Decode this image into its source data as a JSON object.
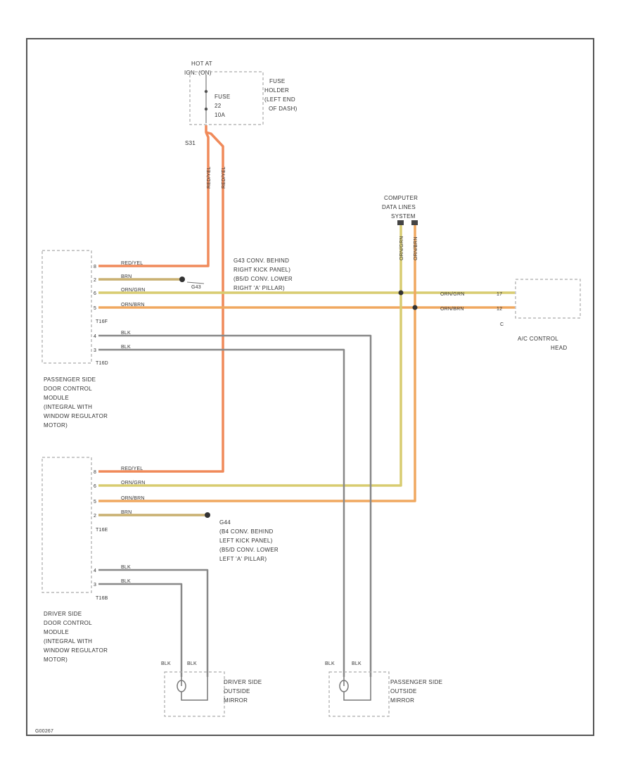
{
  "colors": {
    "red_yel": "#f08a5a",
    "brown": "#c9b070",
    "orn_grn": "#d8cc70",
    "orn_brn": "#f0a860",
    "blk": "#888888",
    "border": "#555555",
    "component": "#999999"
  },
  "fuse_block": {
    "hot_line1": "HOT AT",
    "hot_line2": "IGN. ",
    "hot_line2_b": "(ON)",
    "fuse_line1": "FUSE",
    "fuse_line2": "22",
    "fuse_line3": "10A",
    "holder_line1": "FUSE",
    "holder_line2": "HOLDER",
    "holder_line3": "(LEFT END",
    "holder_line4": "OF DASH)",
    "splice": "S31"
  },
  "vertical_wires": {
    "red_yel_left": "RED/YEL",
    "red_yel_right": "RED/YEL",
    "orn_grn": "ORN/GRN",
    "orn_brn": "ORN/BRN"
  },
  "computer": {
    "line1": "COMPUTER",
    "line2": "DATA LINES",
    "line3": "SYSTEM"
  },
  "ac_head": {
    "line1": "A/C CONTROL",
    "line2": "HEAD",
    "pin_a": "17",
    "pin_b": "12",
    "pin_c": "C"
  },
  "passenger_module": {
    "connector_a": "T16F",
    "connector_b": "T16D",
    "wires": [
      "RED/YEL",
      "BRN",
      "ORN/GRN",
      "ORN/BRN",
      "BLK",
      "BLK"
    ],
    "pins": [
      "8",
      "2",
      "6",
      "5",
      "4",
      "3"
    ],
    "ground_id": "G43",
    "ground_line1": "G43 CONV. BEHIND",
    "ground_line2": "RIGHT KICK PANEL)",
    "ground_line3": "(B5/D CONV. LOWER",
    "ground_line4": "RIGHT 'A' PILLAR)",
    "label": [
      "PASSENGER SIDE",
      "DOOR CONTROL",
      "MODULE",
      "(INTEGRAL WITH",
      "WINDOW REGULATOR",
      "MOTOR)"
    ]
  },
  "driver_module": {
    "connector_a": "T16E",
    "connector_b": "T16B",
    "wires": [
      "RED/YEL",
      "ORN/GRN",
      "ORN/BRN",
      "BRN",
      "BLK",
      "BLK"
    ],
    "pins": [
      "8",
      "6",
      "5",
      "2",
      "4",
      "3"
    ],
    "ground_id": "G44",
    "ground_line1": "G44",
    "ground_line2": "(B4 CONV. BEHIND",
    "ground_line3": "LEFT KICK PANEL)",
    "ground_line4": "(B5/D CONV. LOWER",
    "ground_line5": "LEFT 'A' PILLAR)",
    "label": [
      "DRIVER SIDE",
      "DOOR CONTROL",
      "MODULE",
      "(INTEGRAL WITH",
      "WINDOW REGULATOR",
      "MOTOR)"
    ]
  },
  "driver_mirror": {
    "wire_a": "BLK",
    "wire_b": "BLK",
    "label": [
      "DRIVER SIDE",
      "OUTSIDE",
      "MIRROR"
    ]
  },
  "passenger_mirror": {
    "wire_a": "BLK",
    "wire_b": "BLK",
    "label": [
      "PASSENGER SIDE",
      "OUTSIDE",
      "MIRROR"
    ]
  },
  "footer_code": "G00267"
}
